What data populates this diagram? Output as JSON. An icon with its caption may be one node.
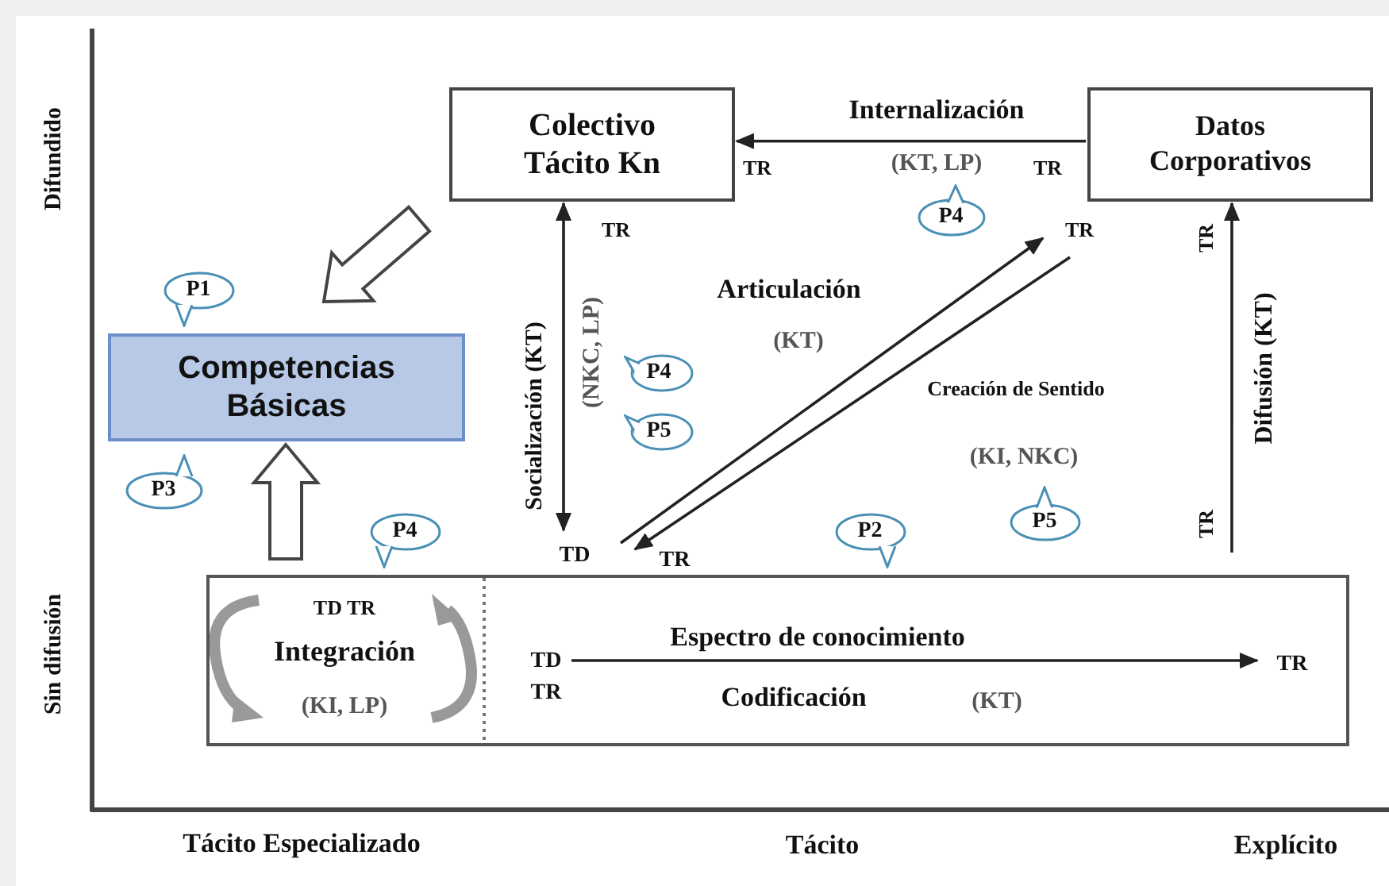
{
  "diagram": {
    "nodes": [
      {
        "text": [
          "Colectivo Tácito Kn"
        ]
      },
      {
        "text": [
          "Datos Corporativos"
        ]
      },
      {
        "text": [
          "P4"
        ]
      },
      {
        "text": [
          "P1"
        ]
      },
      {
        "text": [
          "Competencias Básicas"
        ]
      },
      {
        "text": [
          "P4"
        ]
      },
      {
        "text": [
          "P5"
        ]
      },
      {
        "text": [
          "P3"
        ]
      },
      {
        "text": [
          "P4"
        ]
      },
      {
        "text": [
          "P2"
        ]
      },
      {
        "text": [
          "P5"
        ]
      },
      {
        "text": [],
        "shape": "box"
      },
      {
        "text": [
          "TD",
          "TR"
        ],
        "in": 11
      },
      {
        "text": [
          "TR"
        ],
        "in": 11
      }
    ],
    "edges": [
      {
        "from": 1,
        "to": 0,
        "arrow": "to",
        "label": "Internalización"
      },
      {
        "from": 0,
        "to": 11,
        "arrow": "both",
        "label": "Socialización (KT)"
      },
      {
        "from": 11,
        "to": 1,
        "arrow": "to",
        "label": "Articulación"
      },
      {
        "from": 1,
        "to": 11,
        "arrow": "to",
        "label": "Creación de Sentido"
      },
      {
        "from": 11,
        "to": 1,
        "arrow": "to",
        "label": "Difusión (KT)"
      },
      {
        "from": 11,
        "to": 4,
        "arrow": "to",
        "style": "thick"
      },
      {
        "from": 0,
        "to": 4,
        "arrow": "to",
        "style": "thick"
      },
      {
        "from": 12,
        "to": 13,
        "arrow": "to",
        "label": "Espectro de conocimiento"
      }
    ],
    "labels": [
      "Difundido",
      "(KT, LP)",
      "TR",
      "TR",
      "TR",
      "TR",
      "TR",
      "(NKC, LP)",
      "(KT)",
      "(KI, NKC)",
      "TD",
      "TR",
      "TR",
      "Sin difusión",
      "TD TR",
      "Integración",
      "(KI, LP)",
      "Codificación",
      "(KT)",
      "Tácito Especializado",
      "Tácito",
      "Explícito"
    ]
  }
}
